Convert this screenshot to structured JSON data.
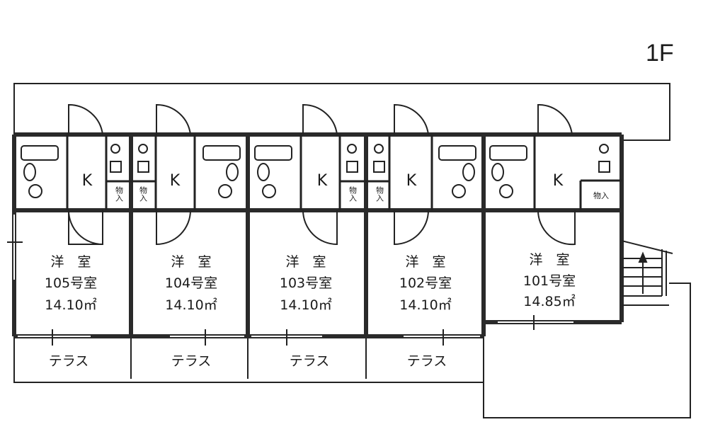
{
  "floor_label": "1F",
  "units": [
    {
      "type": "洋　室",
      "number": "105号室",
      "area": "14.10㎡",
      "kitchen": "K",
      "storage": "物入",
      "terrace": "テラス"
    },
    {
      "type": "洋　室",
      "number": "104号室",
      "area": "14.10㎡",
      "kitchen": "K",
      "storage": "物入",
      "terrace": "テラス"
    },
    {
      "type": "洋　室",
      "number": "103号室",
      "area": "14.10㎡",
      "kitchen": "K",
      "storage": "物入",
      "terrace": "テラス"
    },
    {
      "type": "洋　室",
      "number": "102号室",
      "area": "14.10㎡",
      "kitchen": "K",
      "storage": "物入",
      "terrace": "テラス"
    },
    {
      "type": "洋　室",
      "number": "101号室",
      "area": "14.85㎡",
      "kitchen": "K",
      "storage": "物入"
    }
  ]
}
